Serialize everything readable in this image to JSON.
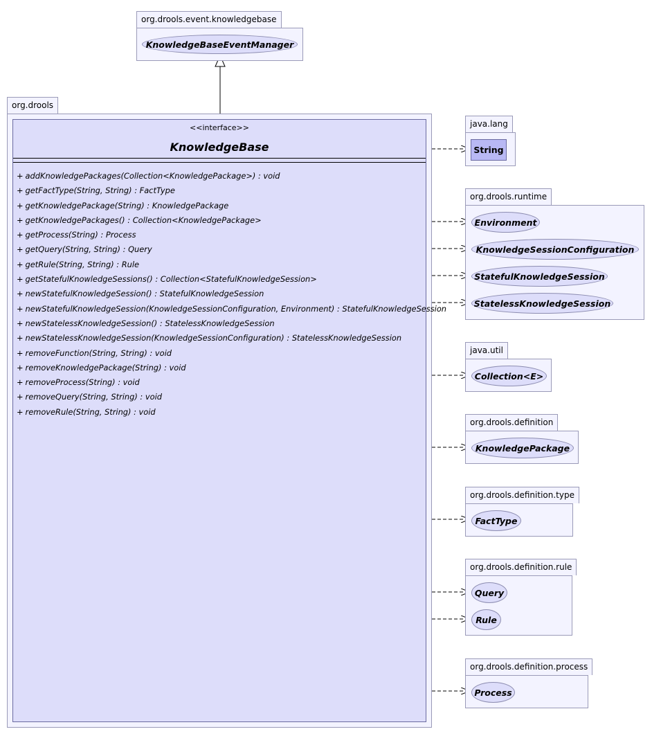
{
  "parent_package": {
    "name": "org.drools.event.knowledgebase",
    "interface": "KnowledgeBaseEventManager"
  },
  "main_package": {
    "name": "org.drools",
    "class": {
      "stereotype": "<<interface>>",
      "name": "KnowledgeBase",
      "visibility": "+",
      "methods": [
        "addKnowledgePackages(Collection<KnowledgePackage>) : void",
        "getFactType(String, String) : FactType",
        "getKnowledgePackage(String) : KnowledgePackage",
        "getKnowledgePackages() : Collection<KnowledgePackage>",
        "getProcess(String) : Process",
        "getQuery(String, String) : Query",
        "getRule(String, String) : Rule",
        "getStatefulKnowledgeSessions() : Collection<StatefulKnowledgeSession>",
        "newStatefulKnowledgeSession() : StatefulKnowledgeSession",
        "newStatefulKnowledgeSession(KnowledgeSessionConfiguration, Environment) : StatefulKnowledgeSession",
        "newStatelessKnowledgeSession() : StatelessKnowledgeSession",
        "newStatelessKnowledgeSession(KnowledgeSessionConfiguration) : StatelessKnowledgeSession",
        "removeFunction(String, String) : void",
        "removeKnowledgePackage(String) : void",
        "removeProcess(String) : void",
        "removeQuery(String, String) : void",
        "removeRule(String, String) : void"
      ]
    }
  },
  "dependencies": [
    {
      "package": "java.lang",
      "classes": [
        "String"
      ]
    },
    {
      "package": "org.drools.runtime",
      "classes": [
        "Environment",
        "KnowledgeSessionConfiguration",
        "StatefulKnowledgeSession",
        "StatelessKnowledgeSession"
      ]
    },
    {
      "package": "java.util",
      "classes": [
        "Collection<E>"
      ]
    },
    {
      "package": "org.drools.definition",
      "classes": [
        "KnowledgePackage"
      ]
    },
    {
      "package": "org.drools.definition.type",
      "classes": [
        "FactType"
      ]
    },
    {
      "package": "org.drools.definition.rule",
      "classes": [
        "Query",
        "Rule"
      ]
    },
    {
      "package": "org.drools.definition.process",
      "classes": [
        "Process"
      ]
    }
  ],
  "colors": {
    "package_fill": "#f3f3ff",
    "class_fill": "#ddddfa",
    "concrete_class_fill": "#b8b8f4",
    "border": "#6a6aa0"
  }
}
